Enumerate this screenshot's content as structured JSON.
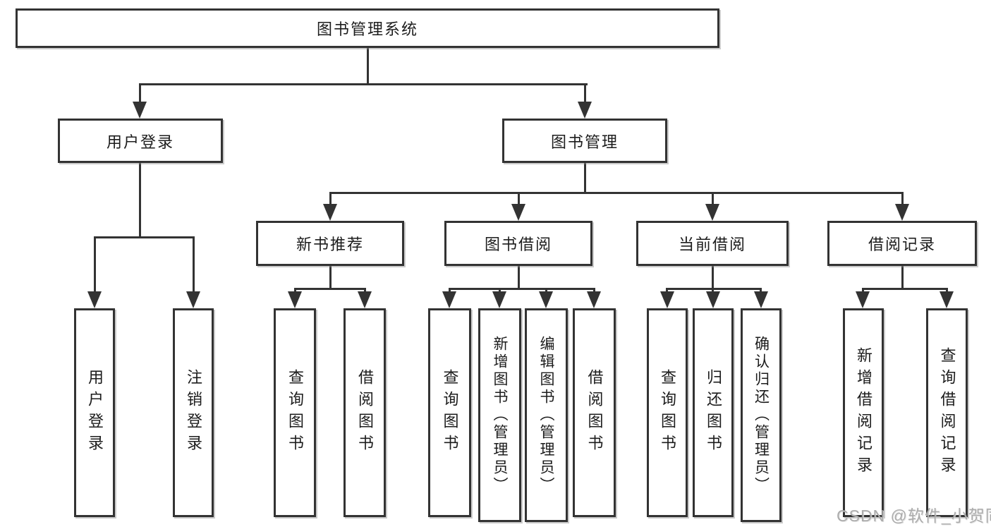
{
  "diagram": {
    "type": "tree",
    "colors": {
      "line": "#333333",
      "box_border": "#333333",
      "box_background": "#ffffff",
      "text": "#1c1c1c",
      "watermark": "#a6a6a6",
      "page_background": "#ffffff"
    },
    "nodes": {
      "root": {
        "label": "图书管理系统"
      },
      "user_login": {
        "label": "用户登录"
      },
      "book_management": {
        "label": "图书管理"
      },
      "new_book_rec": {
        "label": "新书推荐"
      },
      "book_borrow": {
        "label": "图书借阅"
      },
      "current_borrow": {
        "label": "当前借阅"
      },
      "borrow_records": {
        "label": "借阅记录"
      },
      "leaf_user_login": {
        "label": "用户登录"
      },
      "leaf_logout": {
        "label": "注销登录"
      },
      "leaf_nbr_query_books": {
        "label": "查询图书"
      },
      "leaf_nbr_borrow_books": {
        "label": "借阅图书"
      },
      "leaf_bb_query_books": {
        "label": "查询图书"
      },
      "leaf_bb_add_books": {
        "label": "新增图书（管理员）"
      },
      "leaf_bb_edit_books": {
        "label": "编辑图书（管理员）"
      },
      "leaf_bb_borrow_books": {
        "label": "借阅图书"
      },
      "leaf_cb_query_books": {
        "label": "查询图书"
      },
      "leaf_cb_return_books": {
        "label": "归还图书"
      },
      "leaf_cb_confirm_return": {
        "label": "确认归还（管理员）"
      },
      "leaf_br_add_record": {
        "label": "新增借阅记录"
      },
      "leaf_br_query_record": {
        "label": "查询借阅记录"
      }
    },
    "structure": {
      "图书管理系统": {
        "用户登录": [
          "用户登录",
          "注销登录"
        ],
        "图书管理": {
          "新书推荐": [
            "查询图书",
            "借阅图书"
          ],
          "图书借阅": [
            "查询图书",
            "新增图书（管理员）",
            "编辑图书（管理员）",
            "借阅图书"
          ],
          "当前借阅": [
            "查询图书",
            "归还图书",
            "确认归还（管理员）"
          ],
          "借阅记录": [
            "新增借阅记录",
            "查询借阅记录"
          ]
        }
      }
    },
    "watermark": {
      "text": "CSDN @软件_小贺同学"
    }
  }
}
